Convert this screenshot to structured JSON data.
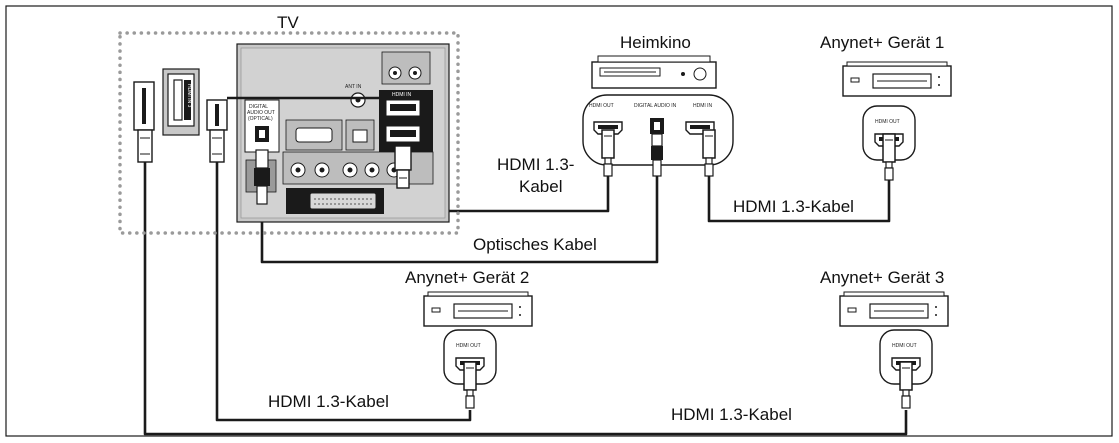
{
  "labels": {
    "tv": "TV",
    "heimkino": "Heimkino",
    "anynet_1": "Anynet+ Gerät 1",
    "anynet_2": "Anynet+ Gerät 2",
    "anynet_3": "Anynet+ Gerät 3",
    "cable_hdmi_heimkino_line1": "HDMI 1.3-",
    "cable_hdmi_heimkino_line2": "Kabel",
    "cable_hdmi_device1": "HDMI 1.3-Kabel",
    "cable_optical": "Optisches Kabel",
    "cable_hdmi_device2": "HDMI 1.3-Kabel",
    "cable_hdmi_device3": "HDMI 1.3-Kabel"
  },
  "port_labels": {
    "hdmi_out": "HDMI OUT",
    "hdmi_in": "HDMI IN",
    "digital_audio_in": "DIGITAL AUDIO IN",
    "hdmi_in_tv": "HDMI IN",
    "digital_audio_out_1": "DIGITAL",
    "digital_audio_out_2": "AUDIO OUT",
    "digital_audio_out_3": "(OPTICAL)",
    "ant_in": "ANT IN",
    "side_hdmi": "HDMI IN 3"
  },
  "colors": {
    "line": "#1a1a1a",
    "panel": "#c8c8c8",
    "panel_dark": "#9a9a9a",
    "dotted_border": "#9a9a9a"
  }
}
